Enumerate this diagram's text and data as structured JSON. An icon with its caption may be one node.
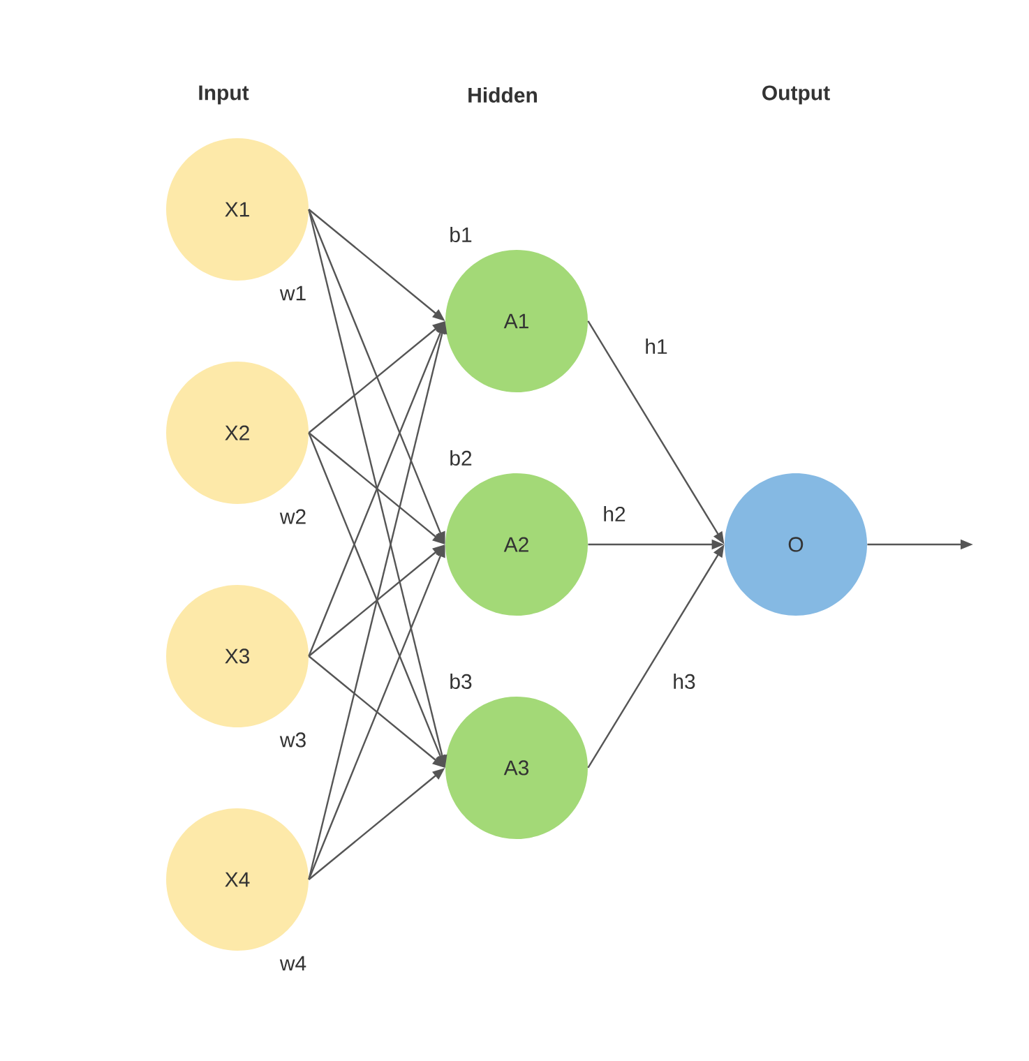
{
  "diagram": {
    "nodes": [
      {
        "text": [
          "X1"
        ],
        "beside": [
          "w1"
        ]
      },
      {
        "text": [
          "X2"
        ],
        "beside": [
          "w2"
        ]
      },
      {
        "text": [
          "X3"
        ],
        "beside": [
          "w3"
        ]
      },
      {
        "text": [
          "X4"
        ],
        "beside": [
          "w4"
        ]
      },
      {
        "text": [
          "A1"
        ],
        "beside": [
          "b1"
        ]
      },
      {
        "text": [
          "A2"
        ],
        "beside": [
          "b2"
        ]
      },
      {
        "text": [
          "A3"
        ],
        "beside": [
          "b3"
        ]
      },
      {
        "text": [
          "O"
        ]
      }
    ],
    "edges": [
      {
        "from": 0,
        "to": 4,
        "arrow": "to"
      },
      {
        "from": 0,
        "to": 5,
        "arrow": "to"
      },
      {
        "from": 0,
        "to": 6,
        "arrow": "to"
      },
      {
        "from": 1,
        "to": 4,
        "arrow": "to"
      },
      {
        "from": 1,
        "to": 5,
        "arrow": "to"
      },
      {
        "from": 1,
        "to": 6,
        "arrow": "to"
      },
      {
        "from": 2,
        "to": 4,
        "arrow": "to"
      },
      {
        "from": 2,
        "to": 5,
        "arrow": "to"
      },
      {
        "from": 2,
        "to": 6,
        "arrow": "to"
      },
      {
        "from": 3,
        "to": 4,
        "arrow": "to"
      },
      {
        "from": 3,
        "to": 5,
        "arrow": "to"
      },
      {
        "from": 3,
        "to": 6,
        "arrow": "to"
      },
      {
        "from": 4,
        "to": 7,
        "arrow": "to",
        "label": "h1"
      },
      {
        "from": 5,
        "to": 7,
        "arrow": "to",
        "label": "h2"
      },
      {
        "from": 6,
        "to": 7,
        "arrow": "to",
        "label": "h3"
      },
      {
        "from": 7,
        "to": null,
        "arrow": "to"
      }
    ],
    "labels": [
      "Input",
      "Hidden",
      "Output"
    ]
  }
}
